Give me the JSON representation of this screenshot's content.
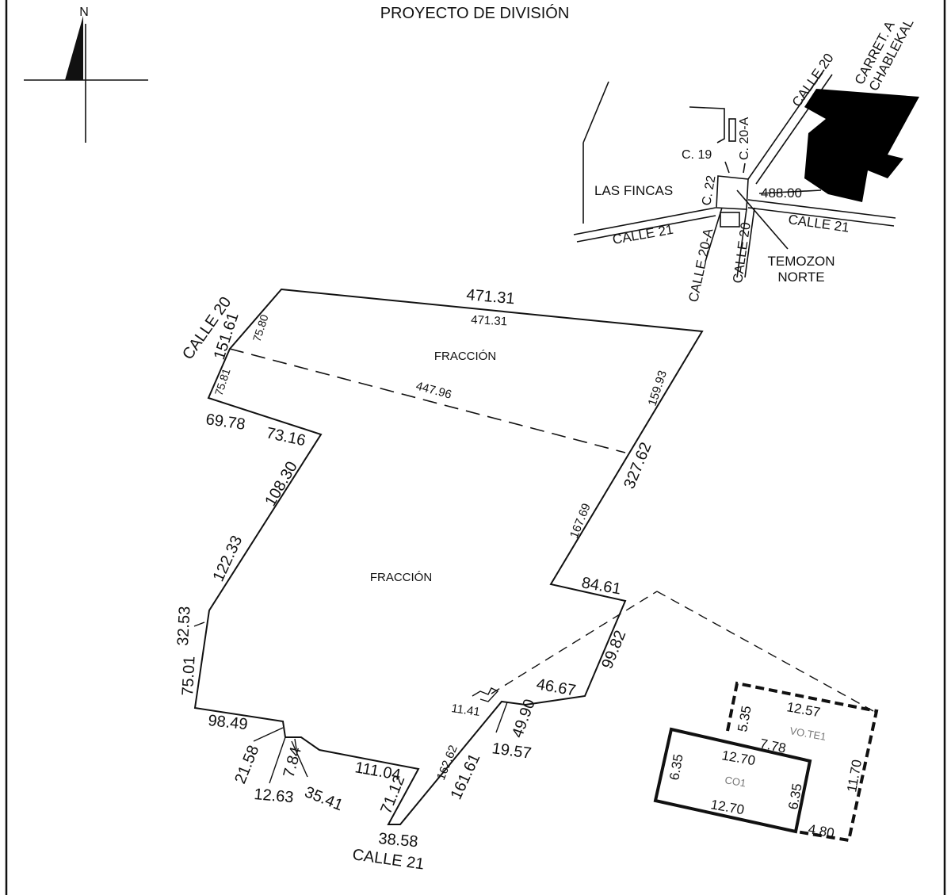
{
  "title": "PROYECTO DE DIVISIÓN",
  "north_label": "N",
  "colors": {
    "ink": "#111111",
    "paper": "#ffffff"
  },
  "location_map": {
    "carretera": [
      "CARRET. A",
      "CHABLEKAL"
    ],
    "calle_20_ne": "CALLE 20",
    "c_20a_top": "C. 20-A",
    "c_19": "C. 19",
    "c_22": "C. 22",
    "las_fincas": "LAS FINCAS",
    "distance": "488.00",
    "calle_21_east": "CALLE 21",
    "calle_21_west": "CALLE 21",
    "calle_20a_south": "CALLE 20-A",
    "calle_20_south": "CALLE 20",
    "temozon": [
      "TEMOZON",
      "NORTE"
    ]
  },
  "parcel": {
    "street_north": "CALLE 20",
    "street_south": "CALLE 21",
    "fraction_north": "FRACCIÓN",
    "fraction_south": "FRACCIÓN",
    "dimensions": {
      "top_outer": "471.31",
      "top_inner": "471.31",
      "left_outer": "151.61",
      "left_upper": "75.80",
      "left_lower": "75.81",
      "division": "447.96",
      "right_upper": "159.93",
      "right_outer": "327.62",
      "right_lower": "167.69",
      "d_69_78": "69.78",
      "d_73_16": "73.16",
      "d_108_30": "108.30",
      "d_122_33": "122.33",
      "d_32_53": "32.53",
      "d_75_01": "75.01",
      "d_98_49": "98.49",
      "d_21_58": "21.58",
      "d_12_63": "12.63",
      "d_7_84": "7.84",
      "d_35_41": "35.41",
      "d_111_04": "111.04",
      "d_71_12": "71.12",
      "d_38_58": "38.58",
      "d_162_62": "162.62",
      "d_161_61": "161.61",
      "d_11_41": "11.41",
      "d_19_57": "19.57",
      "d_49_90": "49.90",
      "d_46_67": "46.67",
      "d_99_82": "99.82",
      "d_84_61": "84.61"
    }
  },
  "detail": {
    "vote_label": "VO.TE1",
    "co_label": "CO1",
    "dims": {
      "v_12_57": "12.57",
      "v_5_35": "5.35",
      "v_7_78": "7.78",
      "v_11_70": "11.70",
      "v_4_80": "4.80",
      "c_12_70_top": "12.70",
      "c_12_70_bottom": "12.70",
      "c_6_35_left": "6.35",
      "c_6_35_right": "6.35"
    }
  }
}
